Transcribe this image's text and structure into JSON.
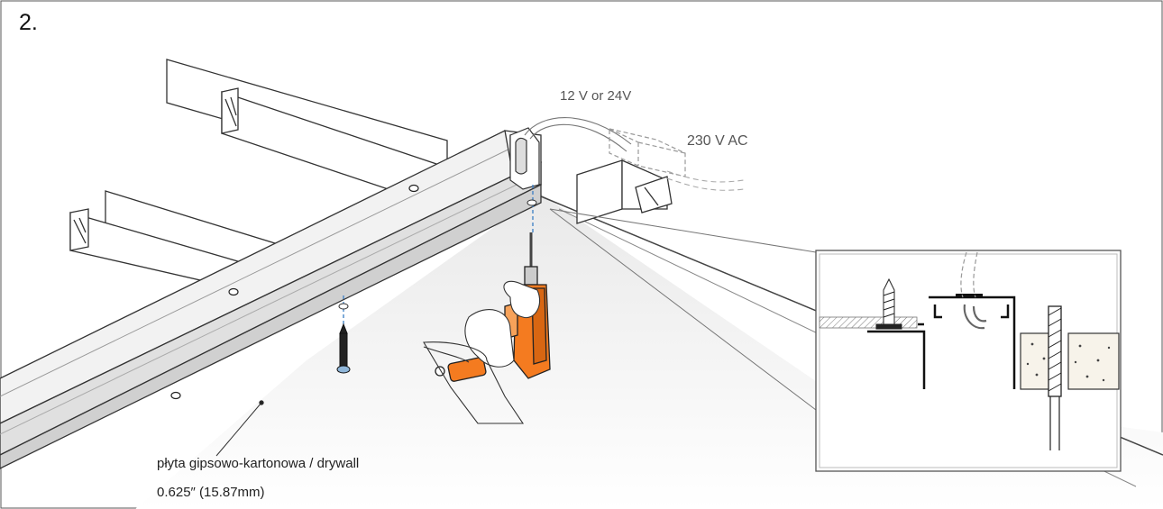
{
  "step_number": "2.",
  "labels": {
    "low_voltage": "12 V  or  24V",
    "mains": "230 V AC",
    "drywall": "płyta gipsowo-kartonowa / drywall",
    "thickness": "0.625″  (15.87mm)"
  },
  "icons": {
    "drill": "power-drill-icon",
    "screw": "drywall-screw-icon",
    "anchor": "anchor-plug-icon"
  },
  "colors": {
    "drill_body": "#f47b20",
    "guide_line": "#3a7ec4",
    "outline": "#333333",
    "profile_fill": "#eeeeee"
  }
}
